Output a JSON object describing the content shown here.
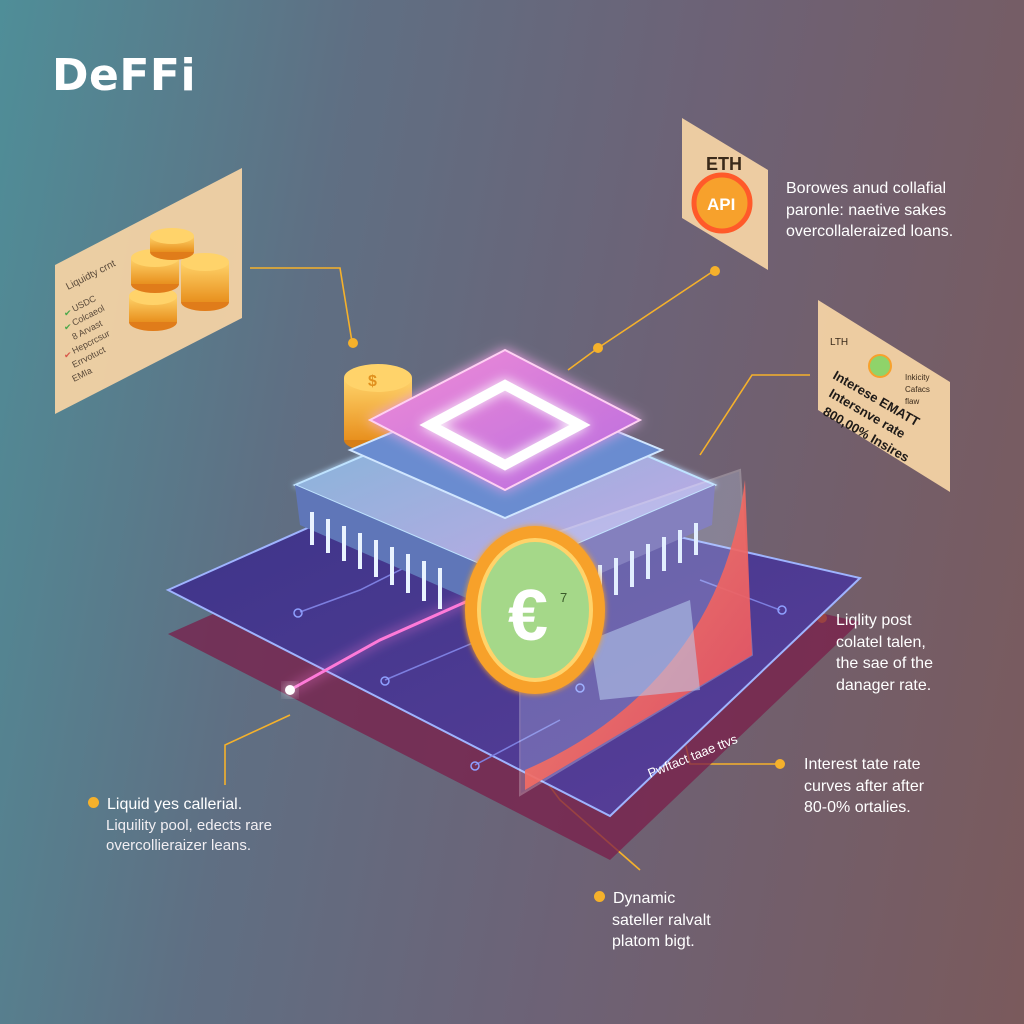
{
  "title": "DeFFi",
  "cards": {
    "left": {
      "header": "Liquidty crnt",
      "items": [
        "USDC",
        "Colcaeol",
        "8 Arvast",
        "Hepcrcsur",
        "Errvotuct",
        "EMIa"
      ]
    },
    "eth": {
      "label": "ETH",
      "coin": "API"
    },
    "right": {
      "label": "LTH",
      "side": [
        "Inkicity",
        "Cafacs",
        "flaw"
      ],
      "lines": [
        "Interese EMATT",
        "Intersnve rate",
        "800,00% Insires"
      ]
    }
  },
  "coin_symbol": "€",
  "coin_suffix": "7",
  "panel_label": "Pwftact taae ttvs",
  "callouts": {
    "top_right": [
      "Borowes anud collafial",
      "paronle: naetive sakes",
      "overcollaleraized loans."
    ],
    "mid_right": [
      "Liqlity post",
      "colatel talen,",
      "the sae of the",
      "danager rate."
    ],
    "low_right": [
      "Interest tate rate",
      "curves after after",
      "80-0% ortalies."
    ],
    "bottom_left": [
      "Liquid yes callerial.",
      "Liquility pool, edects rare",
      "overcollieraizer leans."
    ],
    "bottom_center": [
      "Dynamic",
      "sateller ralvalt",
      "platom bigt."
    ]
  },
  "colors": {
    "accent": "#f5b12b",
    "card": "#f3d2a4",
    "platform": "#46358a",
    "chip_glow": "#ff4fd8",
    "coin_green": "#a5d889",
    "coin_orange": "#f7a12c",
    "panel_red": "#ef6a5d"
  }
}
